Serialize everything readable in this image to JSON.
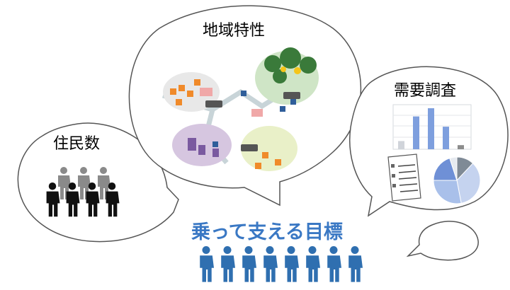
{
  "bubbles": {
    "residents": {
      "label": "住民数"
    },
    "regional": {
      "label": "地域特性"
    },
    "demand": {
      "label": "需要調査"
    }
  },
  "goal": {
    "label": "乗って支える目標"
  },
  "demand_chart": {
    "bars": [
      0.2,
      0.8,
      1.0,
      0.55,
      0.1
    ],
    "pie": [
      0.12,
      0.35,
      0.28,
      0.2,
      0.05
    ]
  },
  "colors": {
    "bubble_stroke": "#555555",
    "goal_text": "#3a78c4",
    "goal_people": "#2f6fb0",
    "resident_front": "#111111",
    "resident_back": "#8a8a8a",
    "bar_blue": "#7e9fde",
    "bar_gray": "#8c8c8c"
  }
}
